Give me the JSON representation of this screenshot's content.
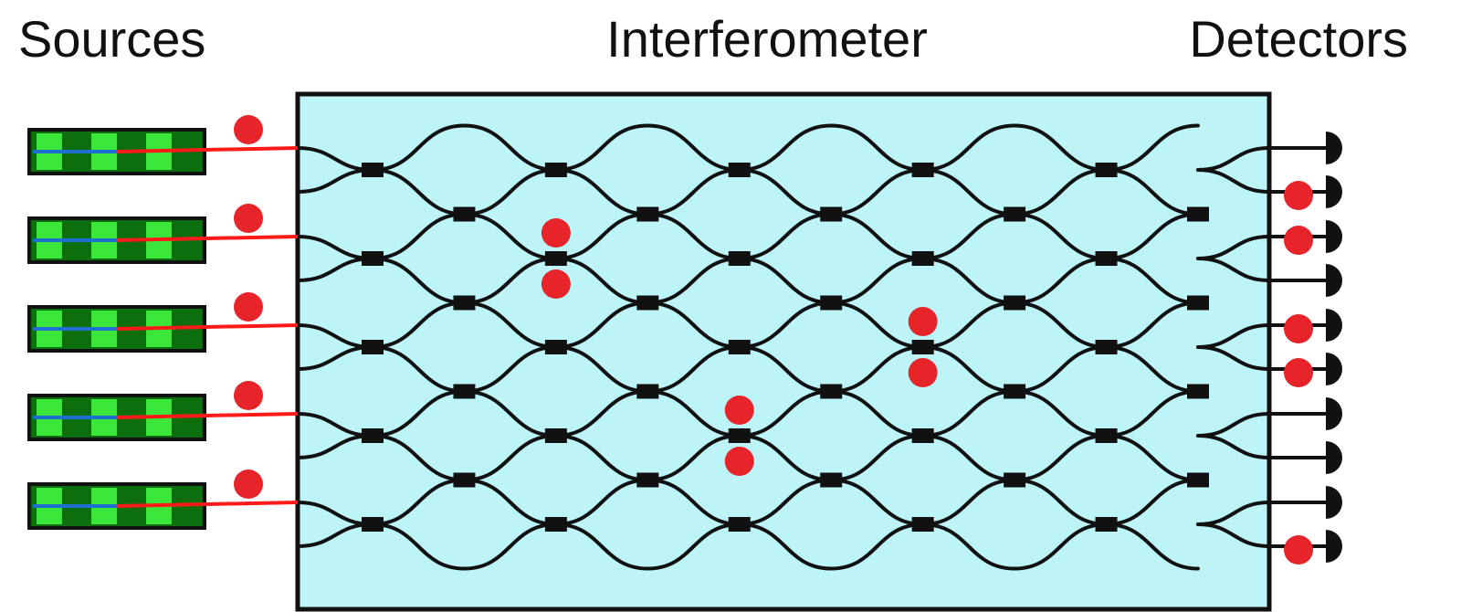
{
  "labels": {
    "sources": "Sources",
    "interferometer": "Interferometer",
    "detectors": "Detectors"
  },
  "counts": {
    "sources": 5,
    "waveguide_modes": 10,
    "beamsplitter_layers": 10,
    "detectors": 10
  },
  "photons": {
    "source_indices": [
      0,
      1,
      2,
      3,
      4
    ],
    "bunched_at_beamsplitters": [
      {
        "layer": 2,
        "row": 2
      },
      {
        "layer": 4,
        "row": 6
      },
      {
        "layer": 6,
        "row": 4
      }
    ],
    "detector_clicks": [
      1,
      2,
      4,
      5,
      9
    ]
  },
  "colors": {
    "chip_fill": "#bdf4f8",
    "outline": "#111111",
    "photon": "#e8242b",
    "source_dark": "#0c6e0c",
    "source_light": "#39e639",
    "source_blue": "#1f6fd0",
    "source_red": "#ff1a1a"
  }
}
